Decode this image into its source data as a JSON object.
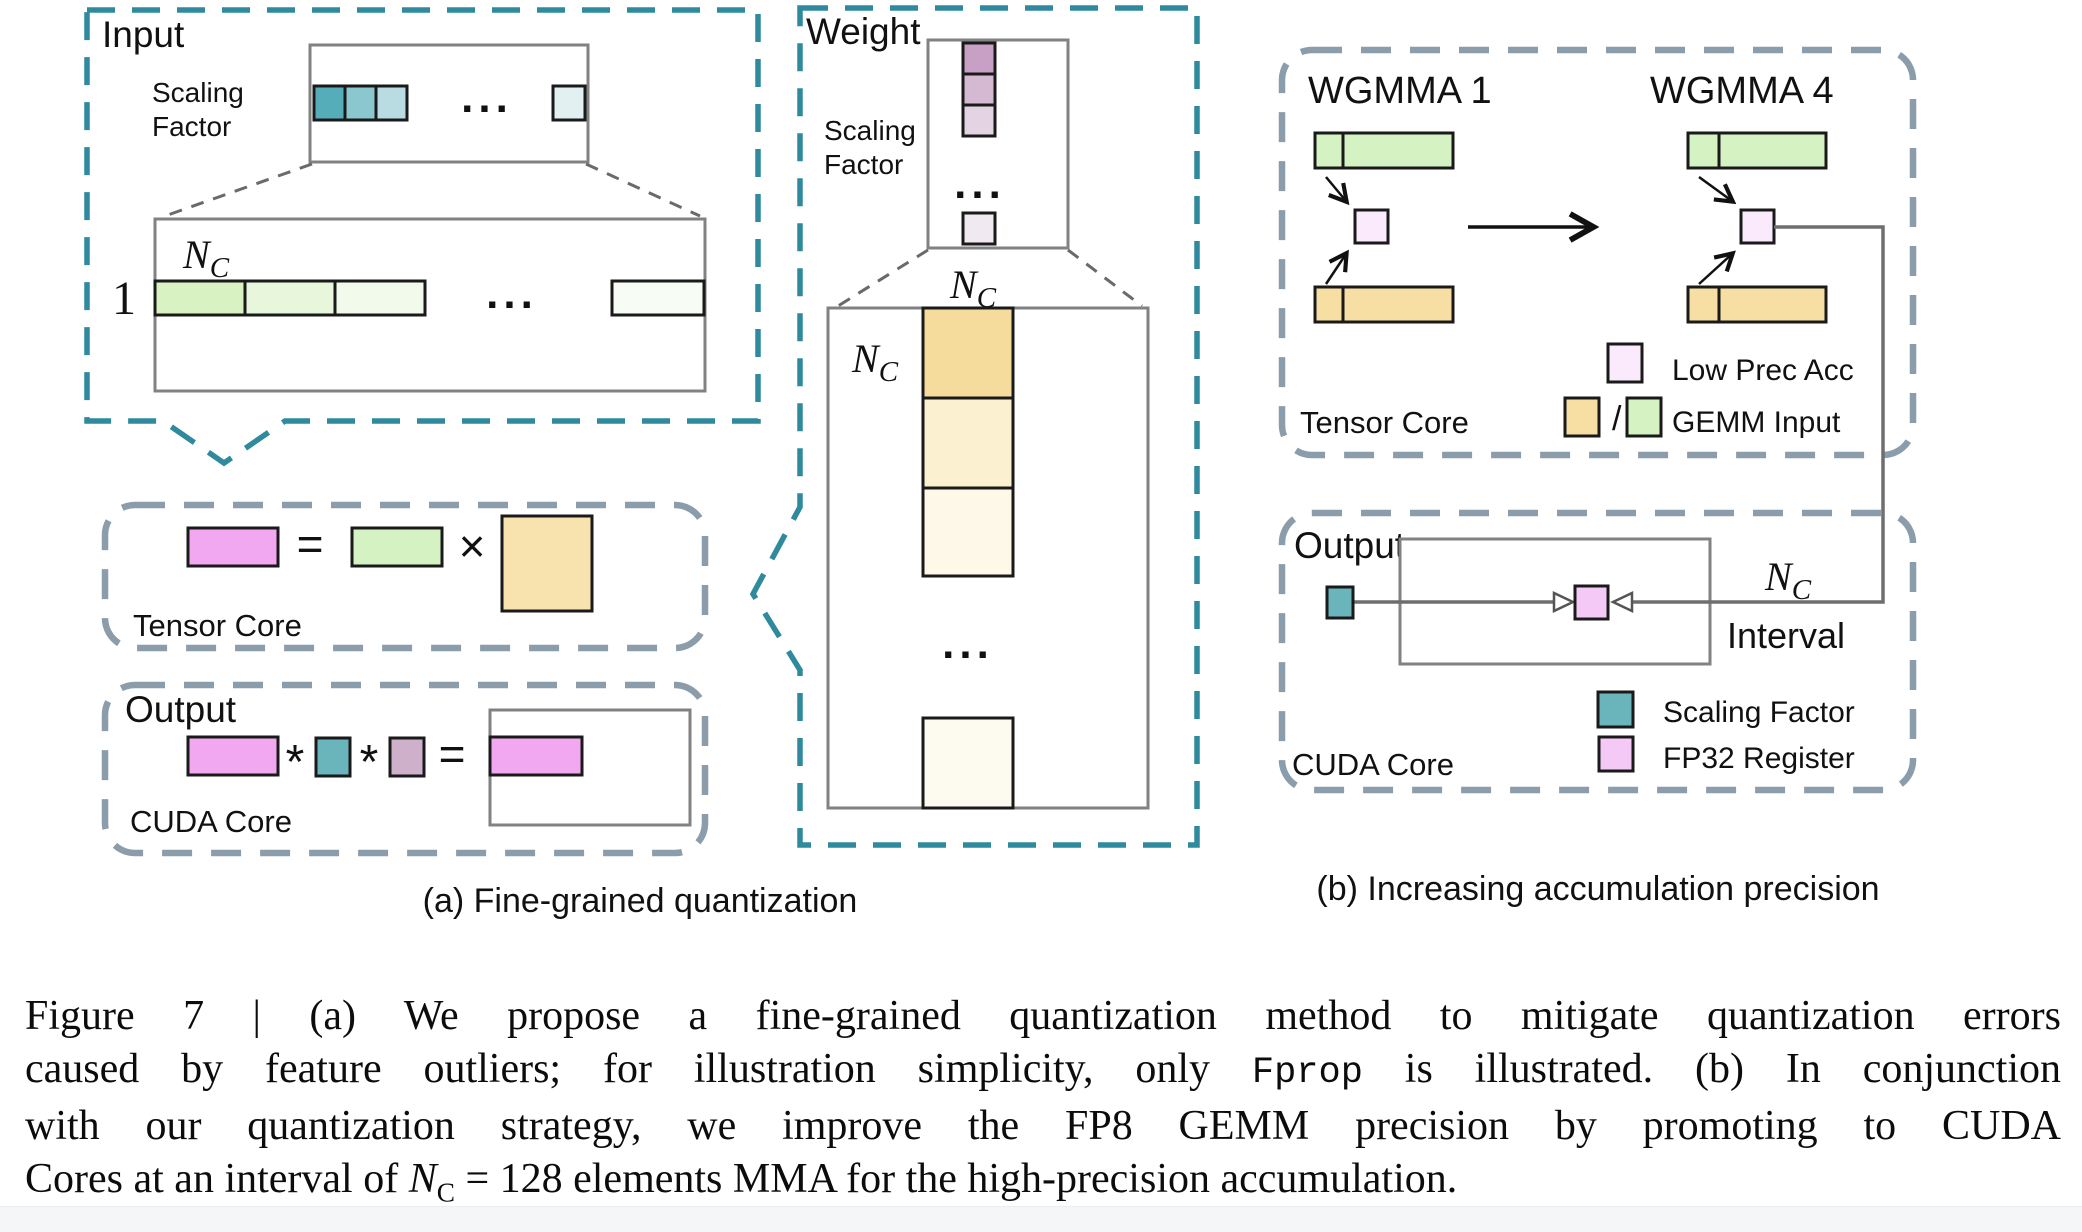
{
  "figure": {
    "panel_a": {
      "caption": "(a) Fine-grained quantization",
      "input": {
        "title": "Input",
        "scaling_line1": "Scaling",
        "scaling_line2": "Factor",
        "row_label": "1"
      },
      "weight": {
        "title": "Weight",
        "scaling_line1": "Scaling",
        "scaling_line2": "Factor"
      },
      "tensor_core": {
        "label": "Tensor Core",
        "equals": "=",
        "times": "×"
      },
      "output": {
        "label": "Output",
        "cuda_label": "CUDA Core",
        "star": "*",
        "equals": "="
      }
    },
    "panel_b": {
      "caption": "(b) Increasing accumulation precision",
      "wgmma1_label": "WGMMA 1",
      "wgmma4_label": "WGMMA 4",
      "tensor_core_label": "Tensor Core",
      "output_label": "Output",
      "cuda_core_label": "CUDA Core",
      "interval_label": "Interval",
      "legend": {
        "low_prec_acc": "Low Prec Acc",
        "slash": "/",
        "gemm_input": "GEMM Input",
        "scaling_factor": "Scaling Factor",
        "fp32_register": "FP32 Register"
      }
    },
    "math": {
      "n": "N",
      "c": "C"
    },
    "ellipsis": "..."
  },
  "caption": {
    "line1": "Figure 7 | (a) We propose a fine-grained quantization method to mitigate quantization errors",
    "line2_pre": "caused by feature outliers; for illustration simplicity, only ",
    "line2_code": "Fprop",
    "line2_post": " is illustrated. (b) In conjunction",
    "line3": "with our quantization strategy, we improve the FP8 GEMM precision by promoting to CUDA",
    "line4_pre": "Cores at an interval of ",
    "line4_n": "N",
    "line4_c": "C",
    "line4_post": " = 128 elements MMA for the high-precision accumulation."
  },
  "colors": {
    "teal_dashed_border": "#2f8a9d",
    "gray_dashed_border": "#8b9dab",
    "box_border_gray": "#828282",
    "cell_border_black": "#1a1a1a",
    "magenta": "#f2a7f1",
    "low_prec_pink": "#faeafc",
    "fp32_pink": "#f4c9f6",
    "teal_scaling": "#6ab4bc",
    "green_gemm": "#d4f2c2",
    "yellow_gemm": "#f7dfa4",
    "mauve_small": "#cfb0cb",
    "teal_cells": [
      "#55adb9",
      "#8ac7ce",
      "#b8dce1",
      "#e2f0f2"
    ],
    "green_cells": [
      "#d8f2c2",
      "#e8f7dc",
      "#f1faeb",
      "#f7fcf4"
    ],
    "yellow_cells": [
      "#f5dc9c",
      "#fbf0cf",
      "#fdf8e8",
      "#fdfaef"
    ],
    "mauve_cells": [
      "#c8a0c5",
      "#d5b9d3",
      "#e4d4e3",
      "#f1e9f1"
    ]
  }
}
